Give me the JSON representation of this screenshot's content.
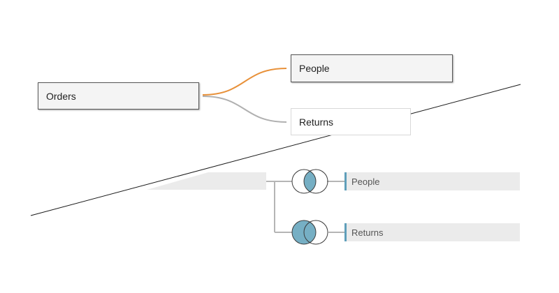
{
  "diagram": {
    "logical_layer": {
      "root": {
        "label": "Orders"
      },
      "related": [
        {
          "label": "People",
          "link_color": "#e8913a",
          "state": "selected"
        },
        {
          "label": "Returns",
          "link_color": "#b0b0b0",
          "state": "unselected"
        }
      ]
    },
    "physical_layer": {
      "joins": [
        {
          "table": "People",
          "join_type": "inner-join-icon"
        },
        {
          "table": "Returns",
          "join_type": "left-join-icon"
        }
      ]
    },
    "colors": {
      "join_fill": "#76afc4",
      "bar_fill": "#ebebeb",
      "bar_accent": "#5f9fba"
    }
  }
}
